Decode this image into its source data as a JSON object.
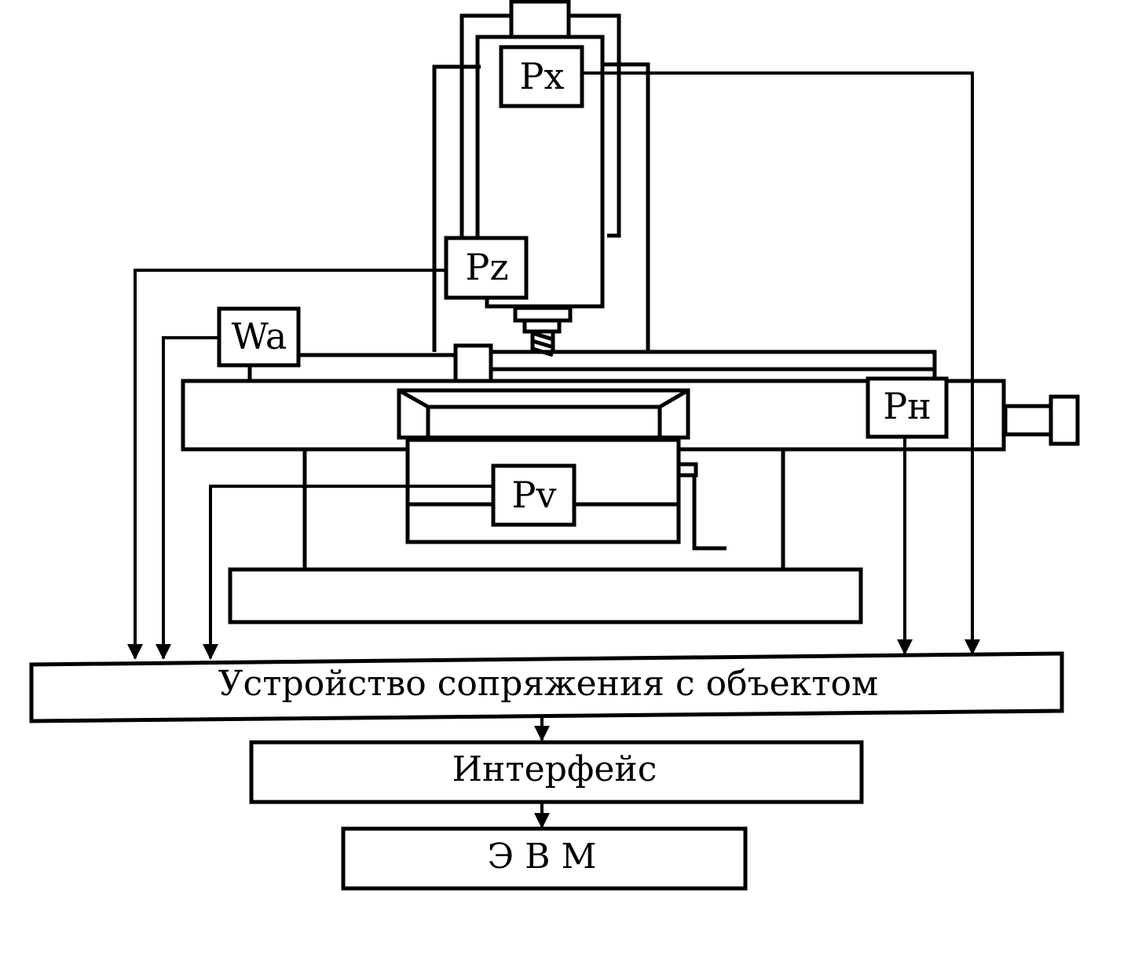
{
  "sensors": {
    "px": "Px",
    "pz": "Pz",
    "wa": "Wa",
    "ph": "Pн",
    "pv": "Pv"
  },
  "blocks": {
    "interface_device": "Устройство сопряжения с объектом",
    "interface": "Интерфейс",
    "computer": "Э В М"
  }
}
